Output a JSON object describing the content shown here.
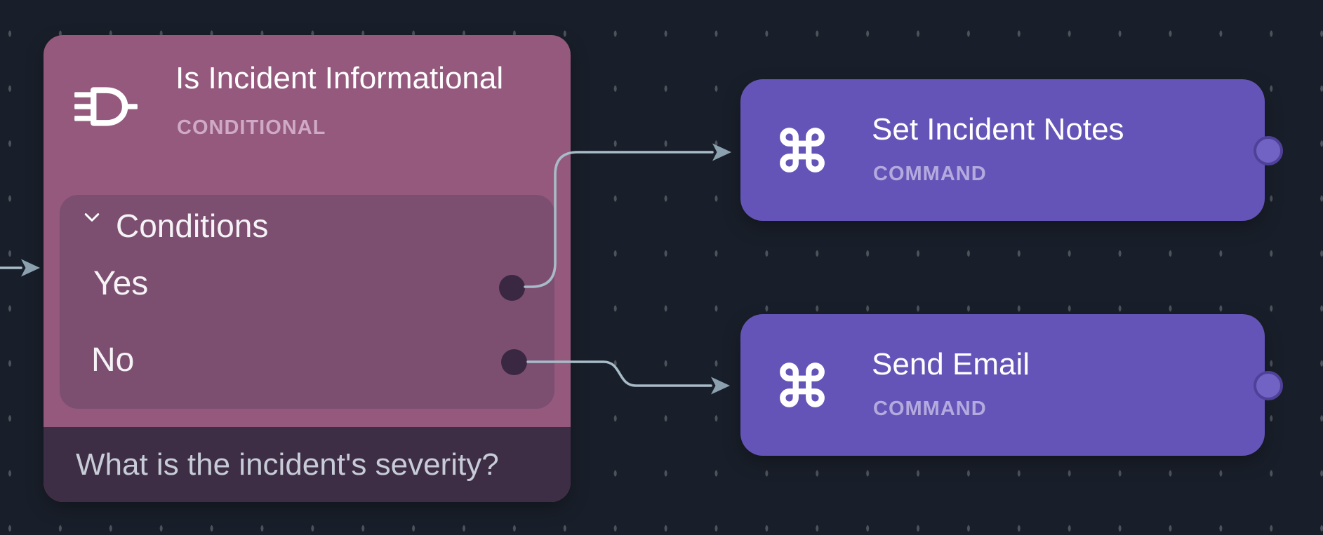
{
  "canvas": {
    "background_color": "#191f2a",
    "grid_dot_color": "#4e525a",
    "edge_color": "#a7bcc8"
  },
  "nodes": {
    "conditional": {
      "title": "Is Incident Informational",
      "type_label": "CONDITIONAL",
      "icon": "logic-gate-icon",
      "color": "#94597c",
      "section": {
        "label": "Conditions",
        "state": "expanded"
      },
      "outputs": [
        {
          "label": "Yes"
        },
        {
          "label": "No"
        }
      ],
      "description": "What is the incident's severity?"
    },
    "set_incident_notes": {
      "title": "Set Incident Notes",
      "type_label": "COMMAND",
      "icon": "command-icon",
      "color": "#6454b8"
    },
    "send_email": {
      "title": "Send Email",
      "type_label": "COMMAND",
      "icon": "command-icon",
      "color": "#6454b8"
    }
  },
  "edges": [
    {
      "from": "canvas-input",
      "to": "Is Incident Informational"
    },
    {
      "from": "Is Incident Informational / Yes",
      "to": "Set Incident Notes"
    },
    {
      "from": "Is Incident Informational / No",
      "to": "Send Email"
    }
  ]
}
